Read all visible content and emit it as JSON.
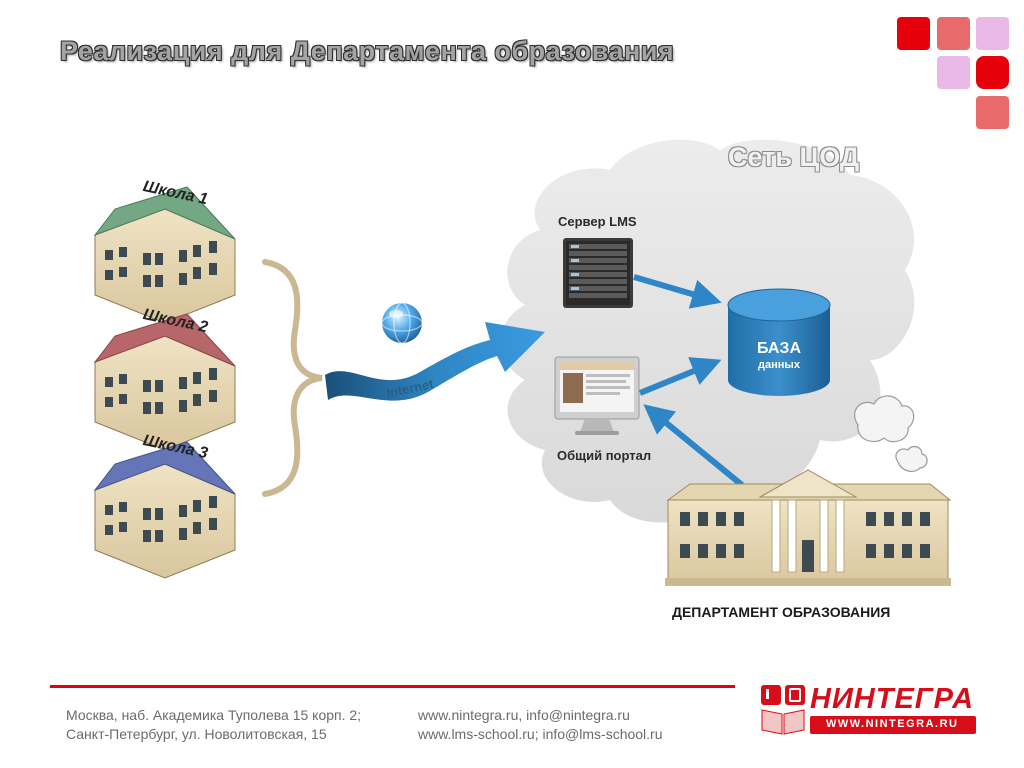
{
  "header": {
    "title": "Реализация для Департамента образования"
  },
  "diagram": {
    "cloud_title": "Сеть ЦОД",
    "server_label": "Сервер LMS",
    "portal_label": "Общий портал",
    "database": {
      "title": "БАЗА",
      "subtitle": "данных"
    },
    "internet_label": "Internet",
    "schools": [
      {
        "label": "Школа 1",
        "roof_color": "#74a884"
      },
      {
        "label": "Школа 2",
        "roof_color": "#b7676a"
      },
      {
        "label": "Школа 3",
        "roof_color": "#6575b8"
      }
    ],
    "department_label": "ДЕПАРТАМЕНТ ОБРАЗОВАНИЯ"
  },
  "footer": {
    "address_line1": "Москва, наб. Академика Туполева 15 корп. 2;",
    "address_line2": "Санкт-Петербург, ул. Новолитовская, 15",
    "contacts_line1": "www.nintegra.ru, info@nintegra.ru",
    "contacts_line2": "www.lms-school.ru; info@lms-school.ru"
  },
  "logo": {
    "name": "НИНТЕГРА",
    "url": "WWW.NINTEGRA.RU"
  },
  "colors": {
    "accent_red": "#e5000a",
    "arrow_blue": "#2f86c6",
    "cloud_gray": "#e4e4e4"
  }
}
